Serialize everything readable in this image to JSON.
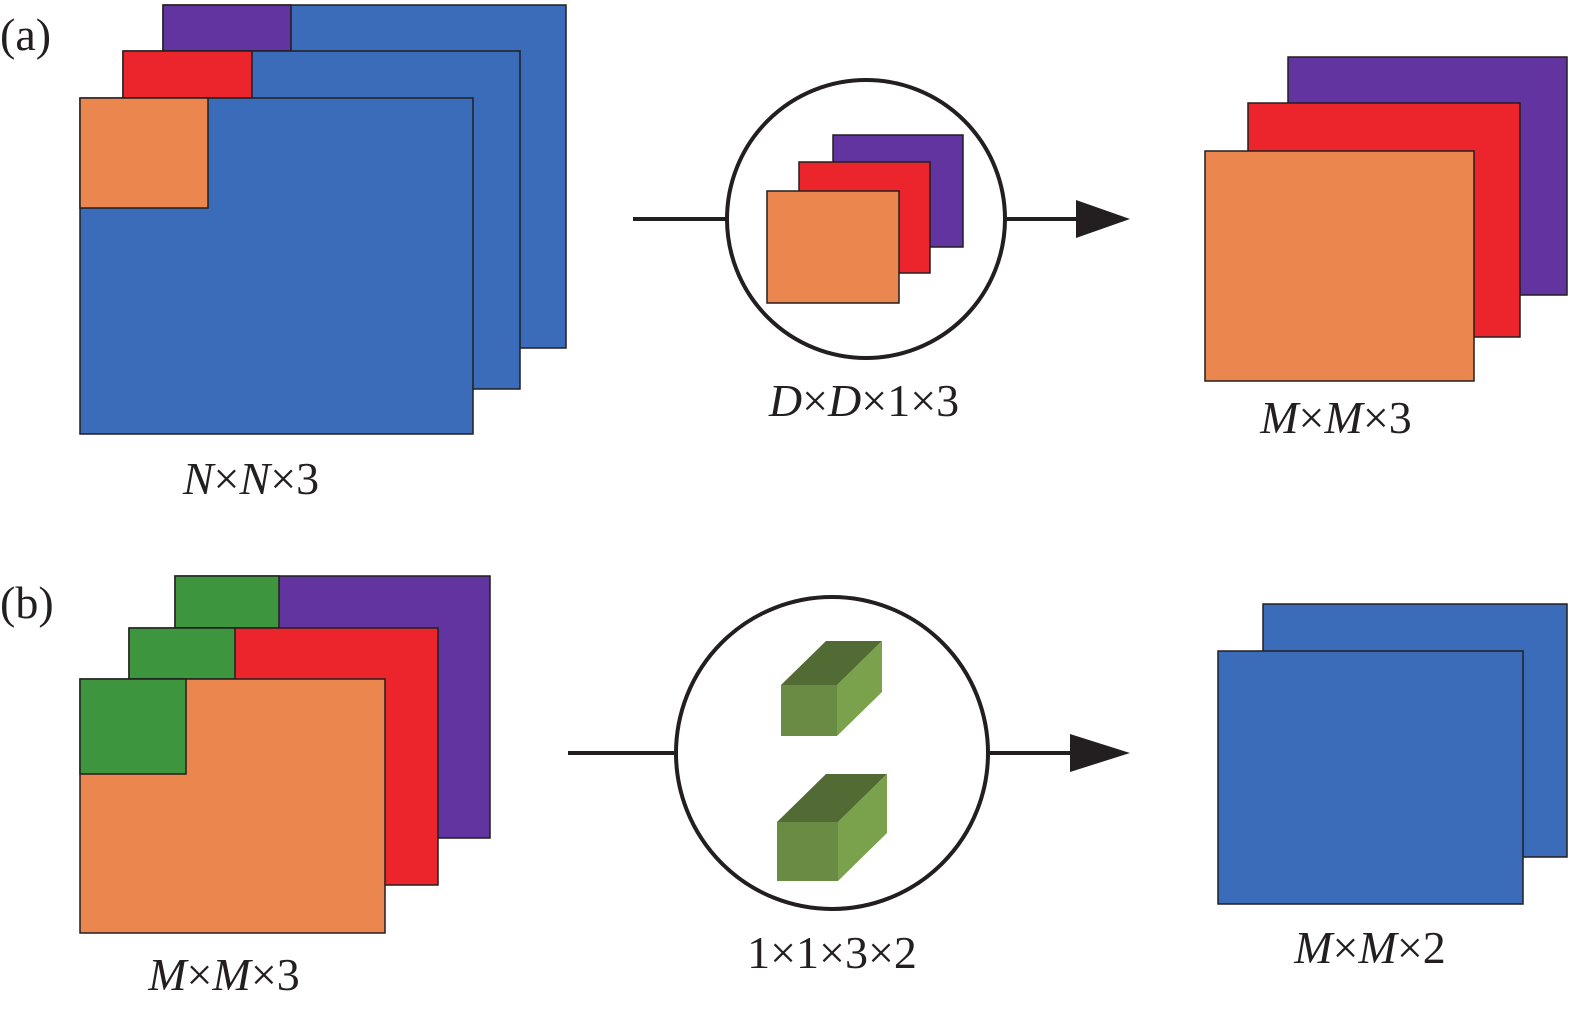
{
  "panels": {
    "a": {
      "tag": "(a)",
      "input": {
        "prefix": "",
        "sym1": "N",
        "mid": "×",
        "sym2": "N",
        "suffix": "×3"
      },
      "kernel": {
        "prefix": "",
        "sym1": "D",
        "mid": "×",
        "sym2": "D",
        "suffix": "×1×3"
      },
      "output": {
        "prefix": "",
        "sym1": "M",
        "mid": "×",
        "sym2": "M",
        "suffix": "×3"
      }
    },
    "b": {
      "tag": "(b)",
      "input": {
        "prefix": "",
        "sym1": "M",
        "mid": "×",
        "sym2": "M",
        "suffix": "×3"
      },
      "kernel": {
        "plain": "1×1×3×2"
      },
      "output": {
        "prefix": "",
        "sym1": "M",
        "mid": "×",
        "sym2": "M",
        "suffix": "×2"
      }
    }
  },
  "colors": {
    "blue": "#3a6cb9",
    "red": "#ec242b",
    "purple": "#6234a0",
    "orange": "#ec864f",
    "green": "#3d953e",
    "cube_front": "#6a8b43",
    "cube_top": "#526a33",
    "cube_side": "#7aa14b",
    "ink": "#231f20"
  }
}
